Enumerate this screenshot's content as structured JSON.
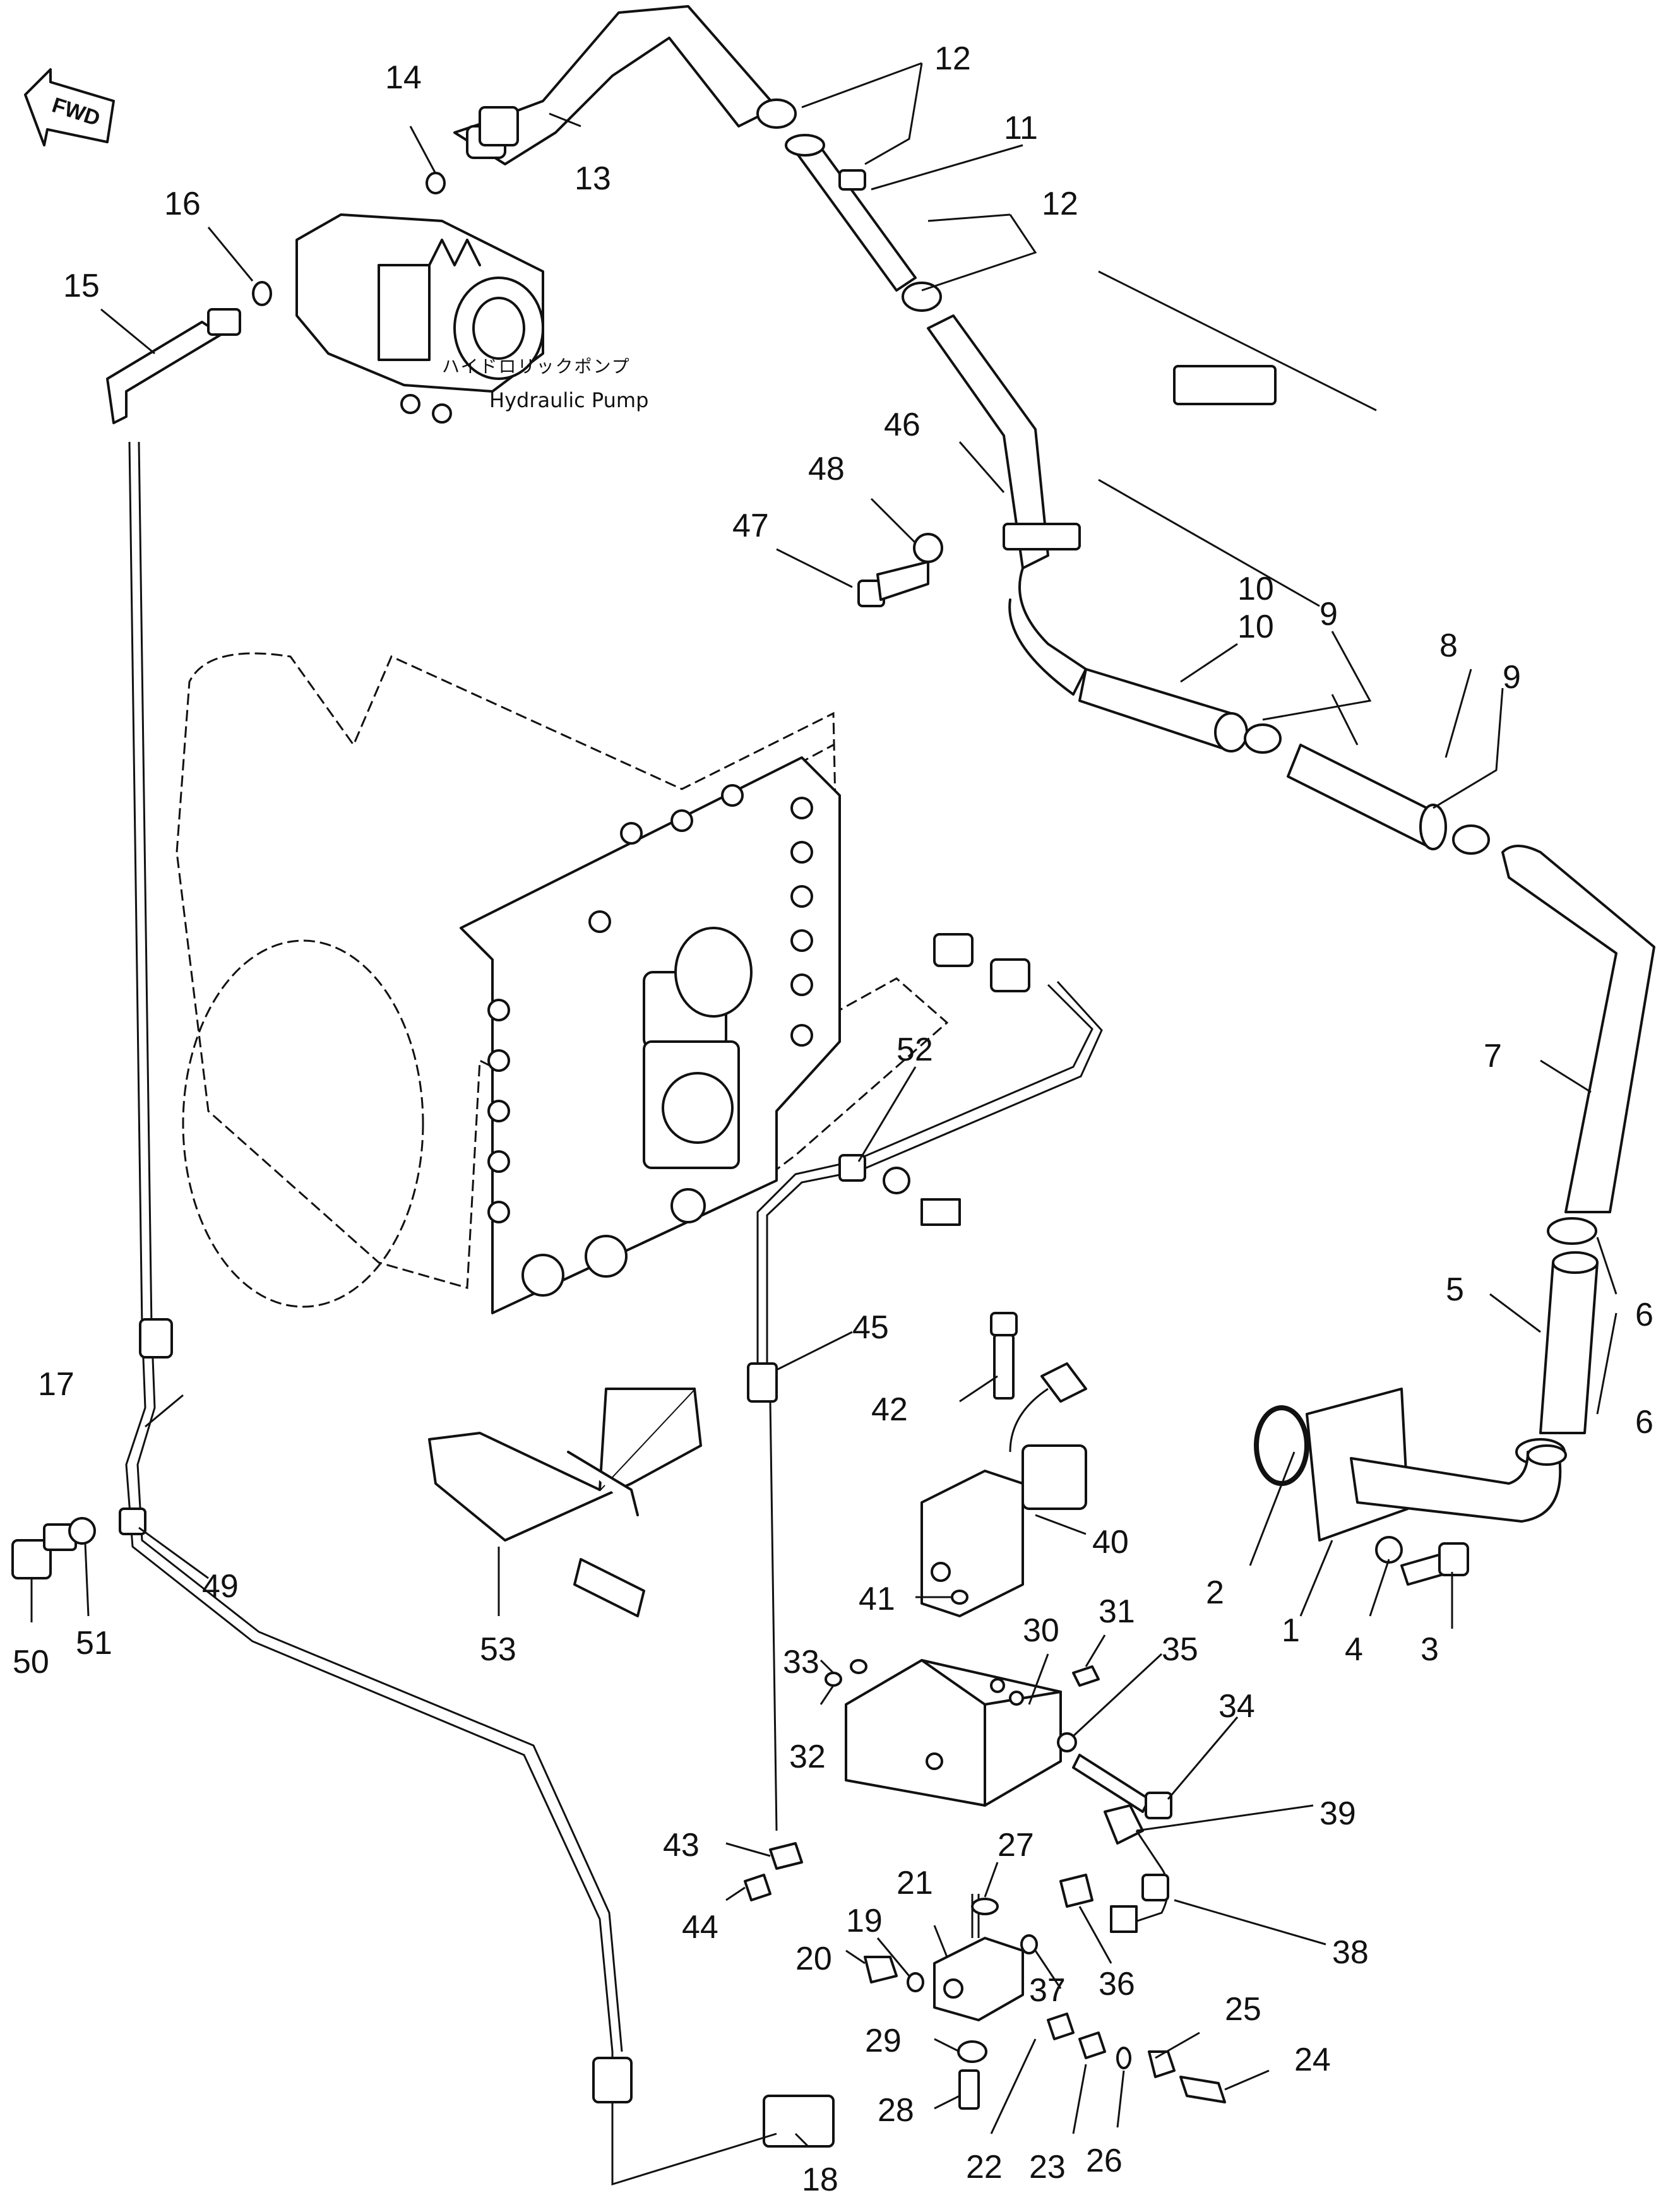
{
  "fwd_label": "FWD",
  "pump_label_jp": "ハイドロリックポンプ",
  "pump_label_en": "Hydraulic Pump",
  "callouts": [
    "1",
    "2",
    "3",
    "4",
    "5",
    "6",
    "6",
    "7",
    "8",
    "9",
    "9",
    "10",
    "10",
    "11",
    "12",
    "12",
    "13",
    "14",
    "15",
    "16",
    "17",
    "18",
    "19",
    "20",
    "21",
    "22",
    "23",
    "24",
    "25",
    "26",
    "27",
    "28",
    "29",
    "30",
    "31",
    "32",
    "33",
    "34",
    "35",
    "36",
    "37",
    "38",
    "39",
    "40",
    "41",
    "42",
    "43",
    "44",
    "45",
    "46",
    "47",
    "48",
    "49",
    "50",
    "51",
    "52",
    "53"
  ]
}
